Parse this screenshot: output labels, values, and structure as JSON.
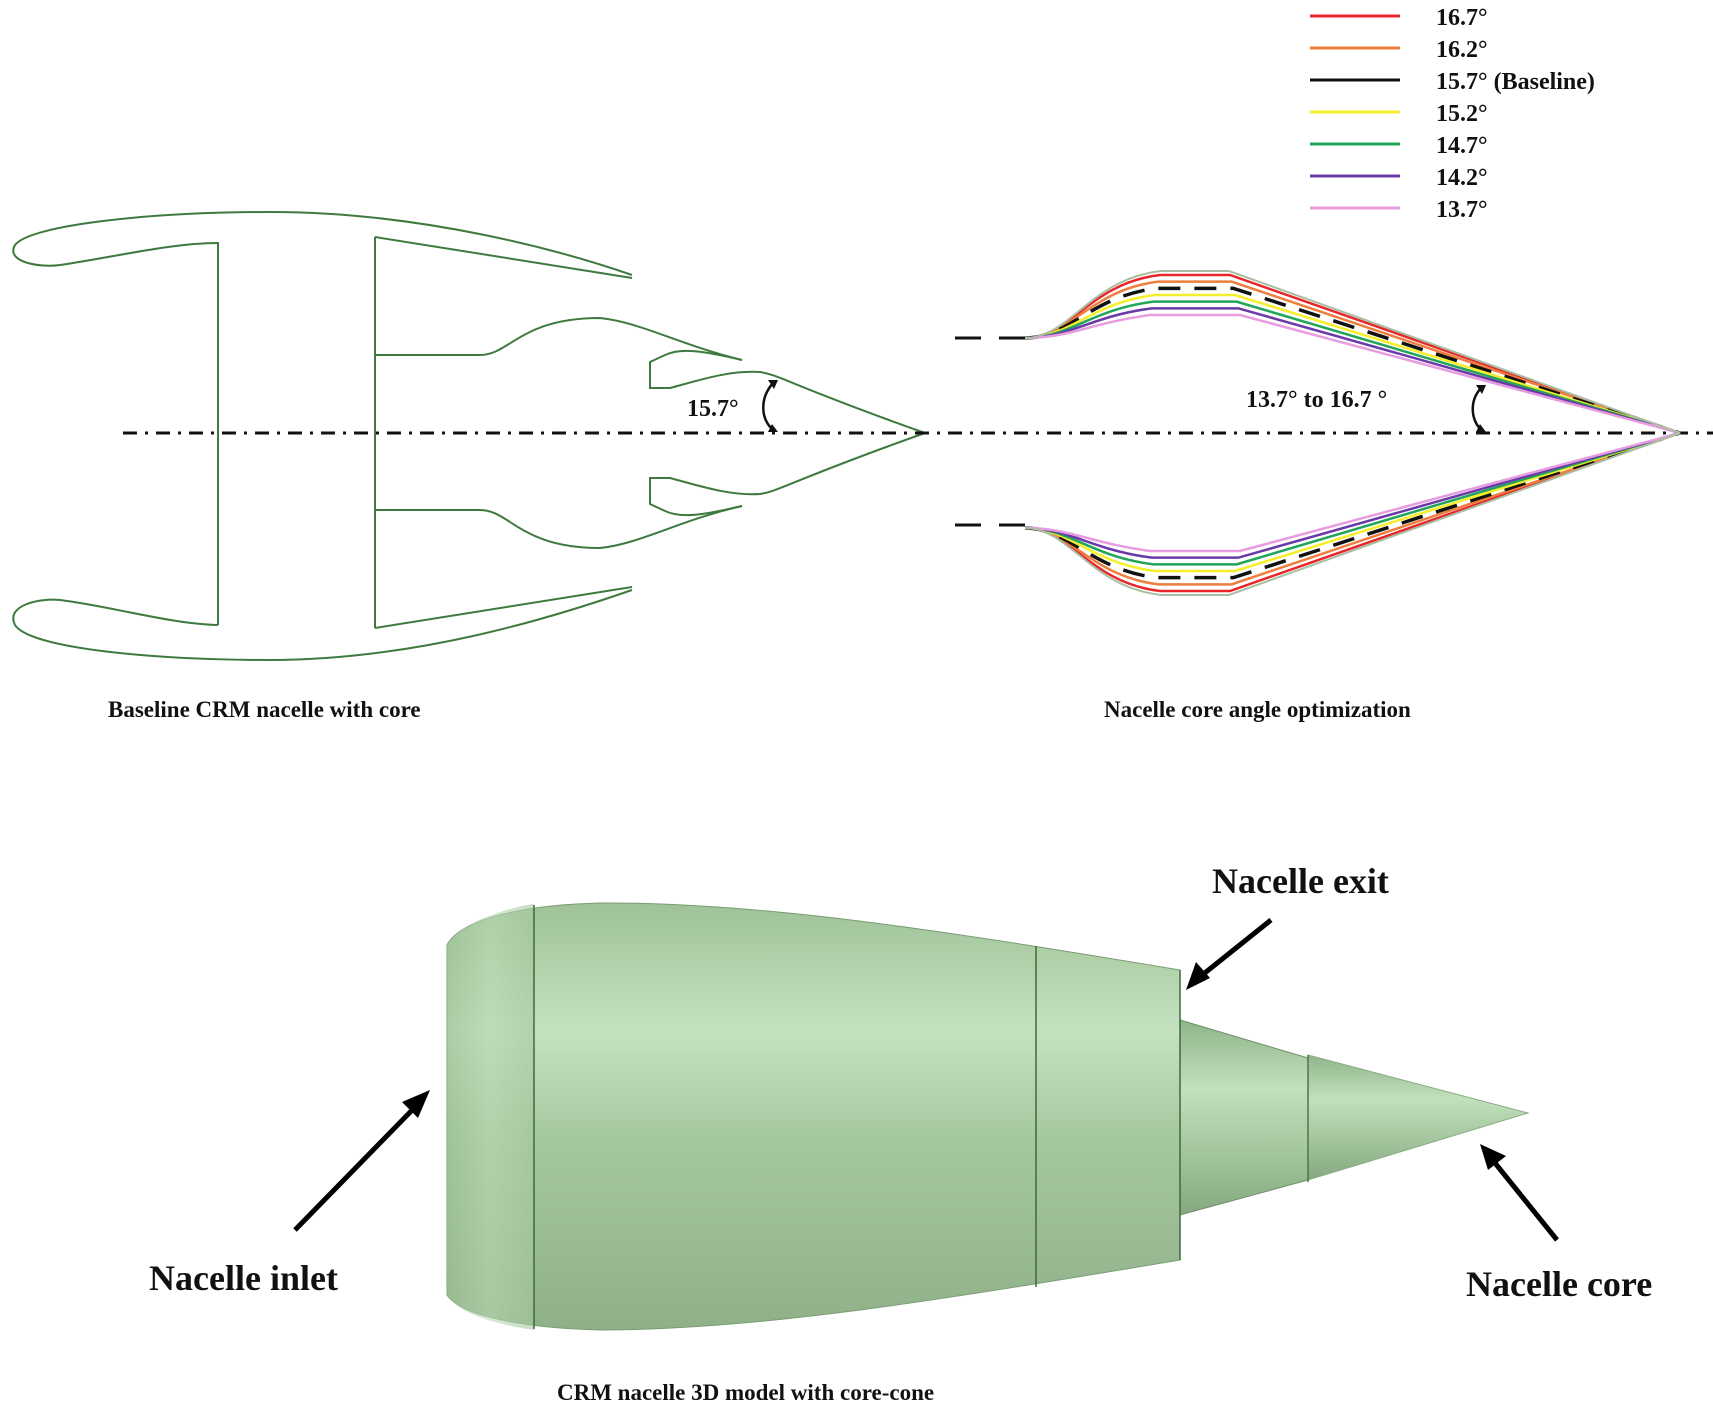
{
  "panels": {
    "baseline": {
      "caption": "Baseline CRM nacelle with core",
      "angle_label": "15.7°"
    },
    "optimization": {
      "caption": "Nacelle core angle optimization",
      "angle_label": "13.7° to 16.7 °",
      "legend": [
        {
          "label": "16.7°",
          "color": "#e8262a",
          "angle": 16.7
        },
        {
          "label": "16.2°",
          "color": "#ef7e3e",
          "angle": 16.2
        },
        {
          "label": "15.7° (Baseline)",
          "color": "#111111",
          "angle": 15.7,
          "dashed": true
        },
        {
          "label": "15.2°",
          "color": "#f5ef2a",
          "angle": 15.2
        },
        {
          "label": "14.7°",
          "color": "#22a55a",
          "angle": 14.7
        },
        {
          "label": "14.2°",
          "color": "#6a3aa8",
          "angle": 14.2
        },
        {
          "label": "13.7°",
          "color": "#e79ce0",
          "angle": 13.7
        }
      ]
    },
    "model3d": {
      "caption": "CRM nacelle 3D model with core-cone",
      "callouts": {
        "inlet": "Nacelle inlet",
        "exit": "Nacelle exit",
        "core": "Nacelle core"
      }
    }
  },
  "colors": {
    "outline": "#3e7a3e",
    "model_fill": "#a9c9a0",
    "model_edge": "#2f5a2f",
    "centerline": "#111111"
  }
}
